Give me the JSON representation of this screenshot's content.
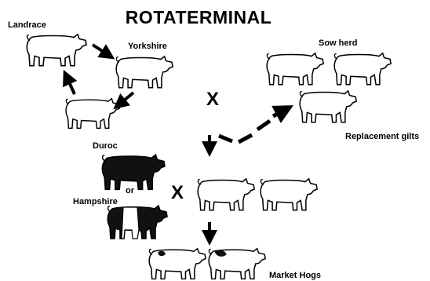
{
  "diagram": {
    "title": "ROTATERMINAL",
    "labels": {
      "landrace": "Landrace",
      "yorkshire": "Yorkshire",
      "sow_herd": "Sow herd",
      "replacement_gilts": "Replacement gilts",
      "duroc": "Duroc",
      "or": "or",
      "hampshire": "Hampshire",
      "market_hogs": "Market Hogs"
    },
    "cross_symbol": "X",
    "colors": {
      "ink": "#000000",
      "background": "#ffffff",
      "white_pig_fill": "#ffffff",
      "dark_pig_fill": "#111111"
    }
  }
}
